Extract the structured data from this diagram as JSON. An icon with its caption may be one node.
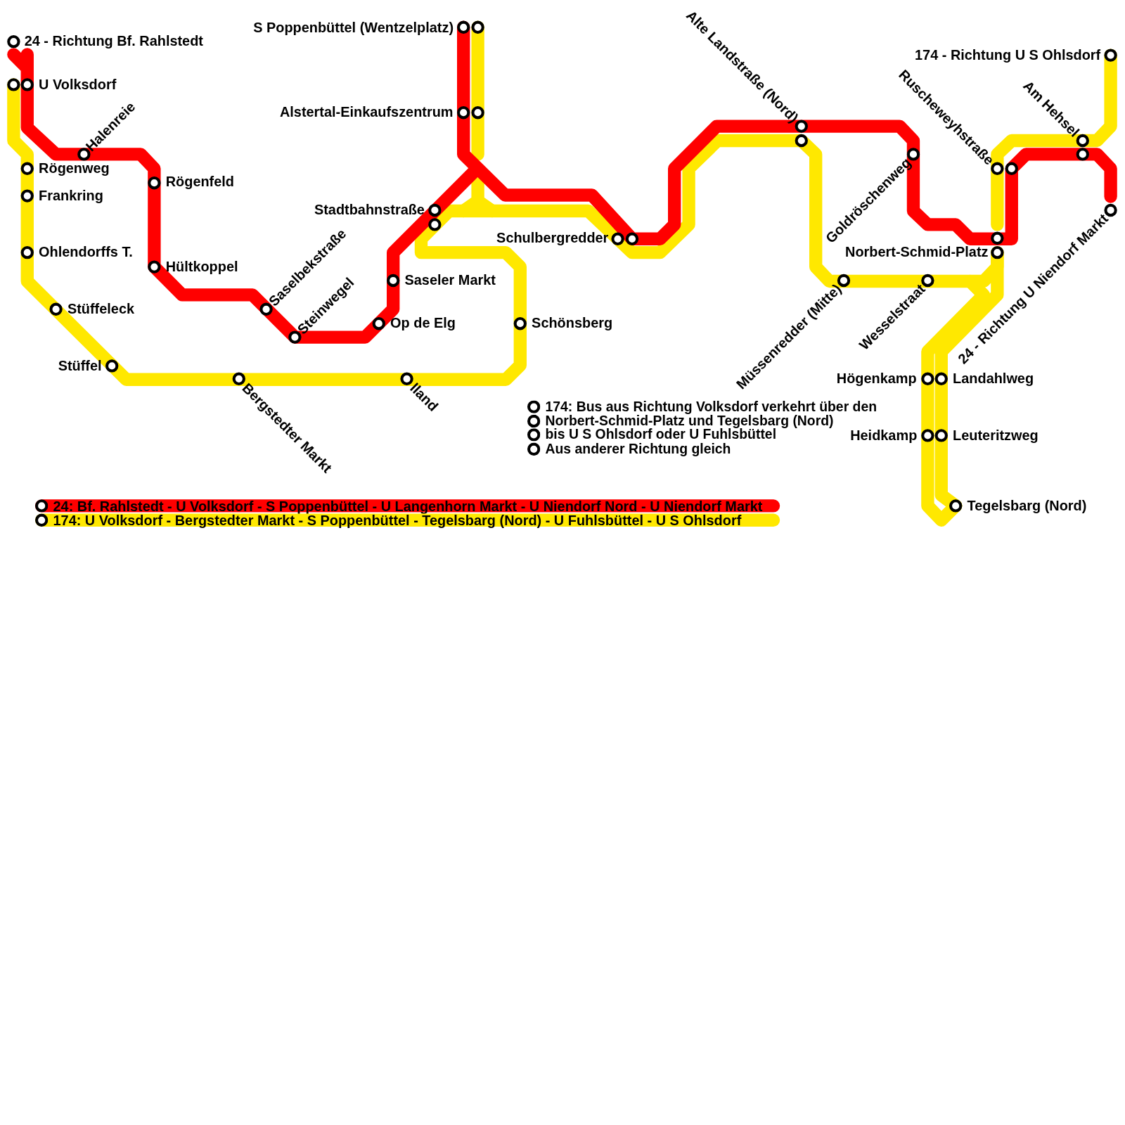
{
  "diagram": {
    "labels": [
      "24 - Richtung Bf. Rahlstedt",
      "S Poppenbüttel (Wentzelplatz)",
      "Alte Landstraße (Nord)",
      "174 - Richtung U S Ohlsdorf",
      "U Volksdorf",
      "Halenreie",
      "Alstertal-Einkaufszentrum",
      "Ruscheweyhstraße",
      "Am Hehsel",
      "Goldröschenweg",
      "Rögenweg",
      "Rögenfeld",
      "Frankring",
      "Stadtbahnstraße",
      "Saselbekstraße",
      "Schulbergredder",
      "Ohlendorffs T.",
      "Norbert-Schmid-Platz",
      "Hültkoppel",
      "Saseler Markt",
      "Müssenredder (Mitte)",
      "Wesselstraat",
      "24 - Richtung U Niendorf Markt",
      "Stüffeleck",
      "Steinwegel",
      "Op de Elg",
      "Schönsberg",
      "Stüffel",
      "Bergstedter Markt",
      "lland",
      "Högenkamp",
      "Landahlweg",
      "174: Bus aus Richtung Volksdorf verkehrt über den Norbert-Schmid-Platz und Tegelsbarg (Nord) bis U S Ohlsdorf oder U Fuhlsbüttel Aus anderer Richtung gleich",
      "Heidkamp",
      "Leuteritzweg",
      "Tegelsbarg (Nord)"
    ],
    "legend": [
      {
        "text": "24: Bf. Rahlstedt - U Volksdorf - S Poppenbüttel - U Langenhorn Markt - U Niendorf Nord - U Niendorf Markt",
        "color": "#ff0000"
      },
      {
        "text": "174: U Volksdorf - Bergstedter Markt - S Poppenbüttel - Tegelsbarg (Nord) - U Fuhlsbüttel - U S Ohlsdorf",
        "color": "#ffe800"
      }
    ]
  }
}
